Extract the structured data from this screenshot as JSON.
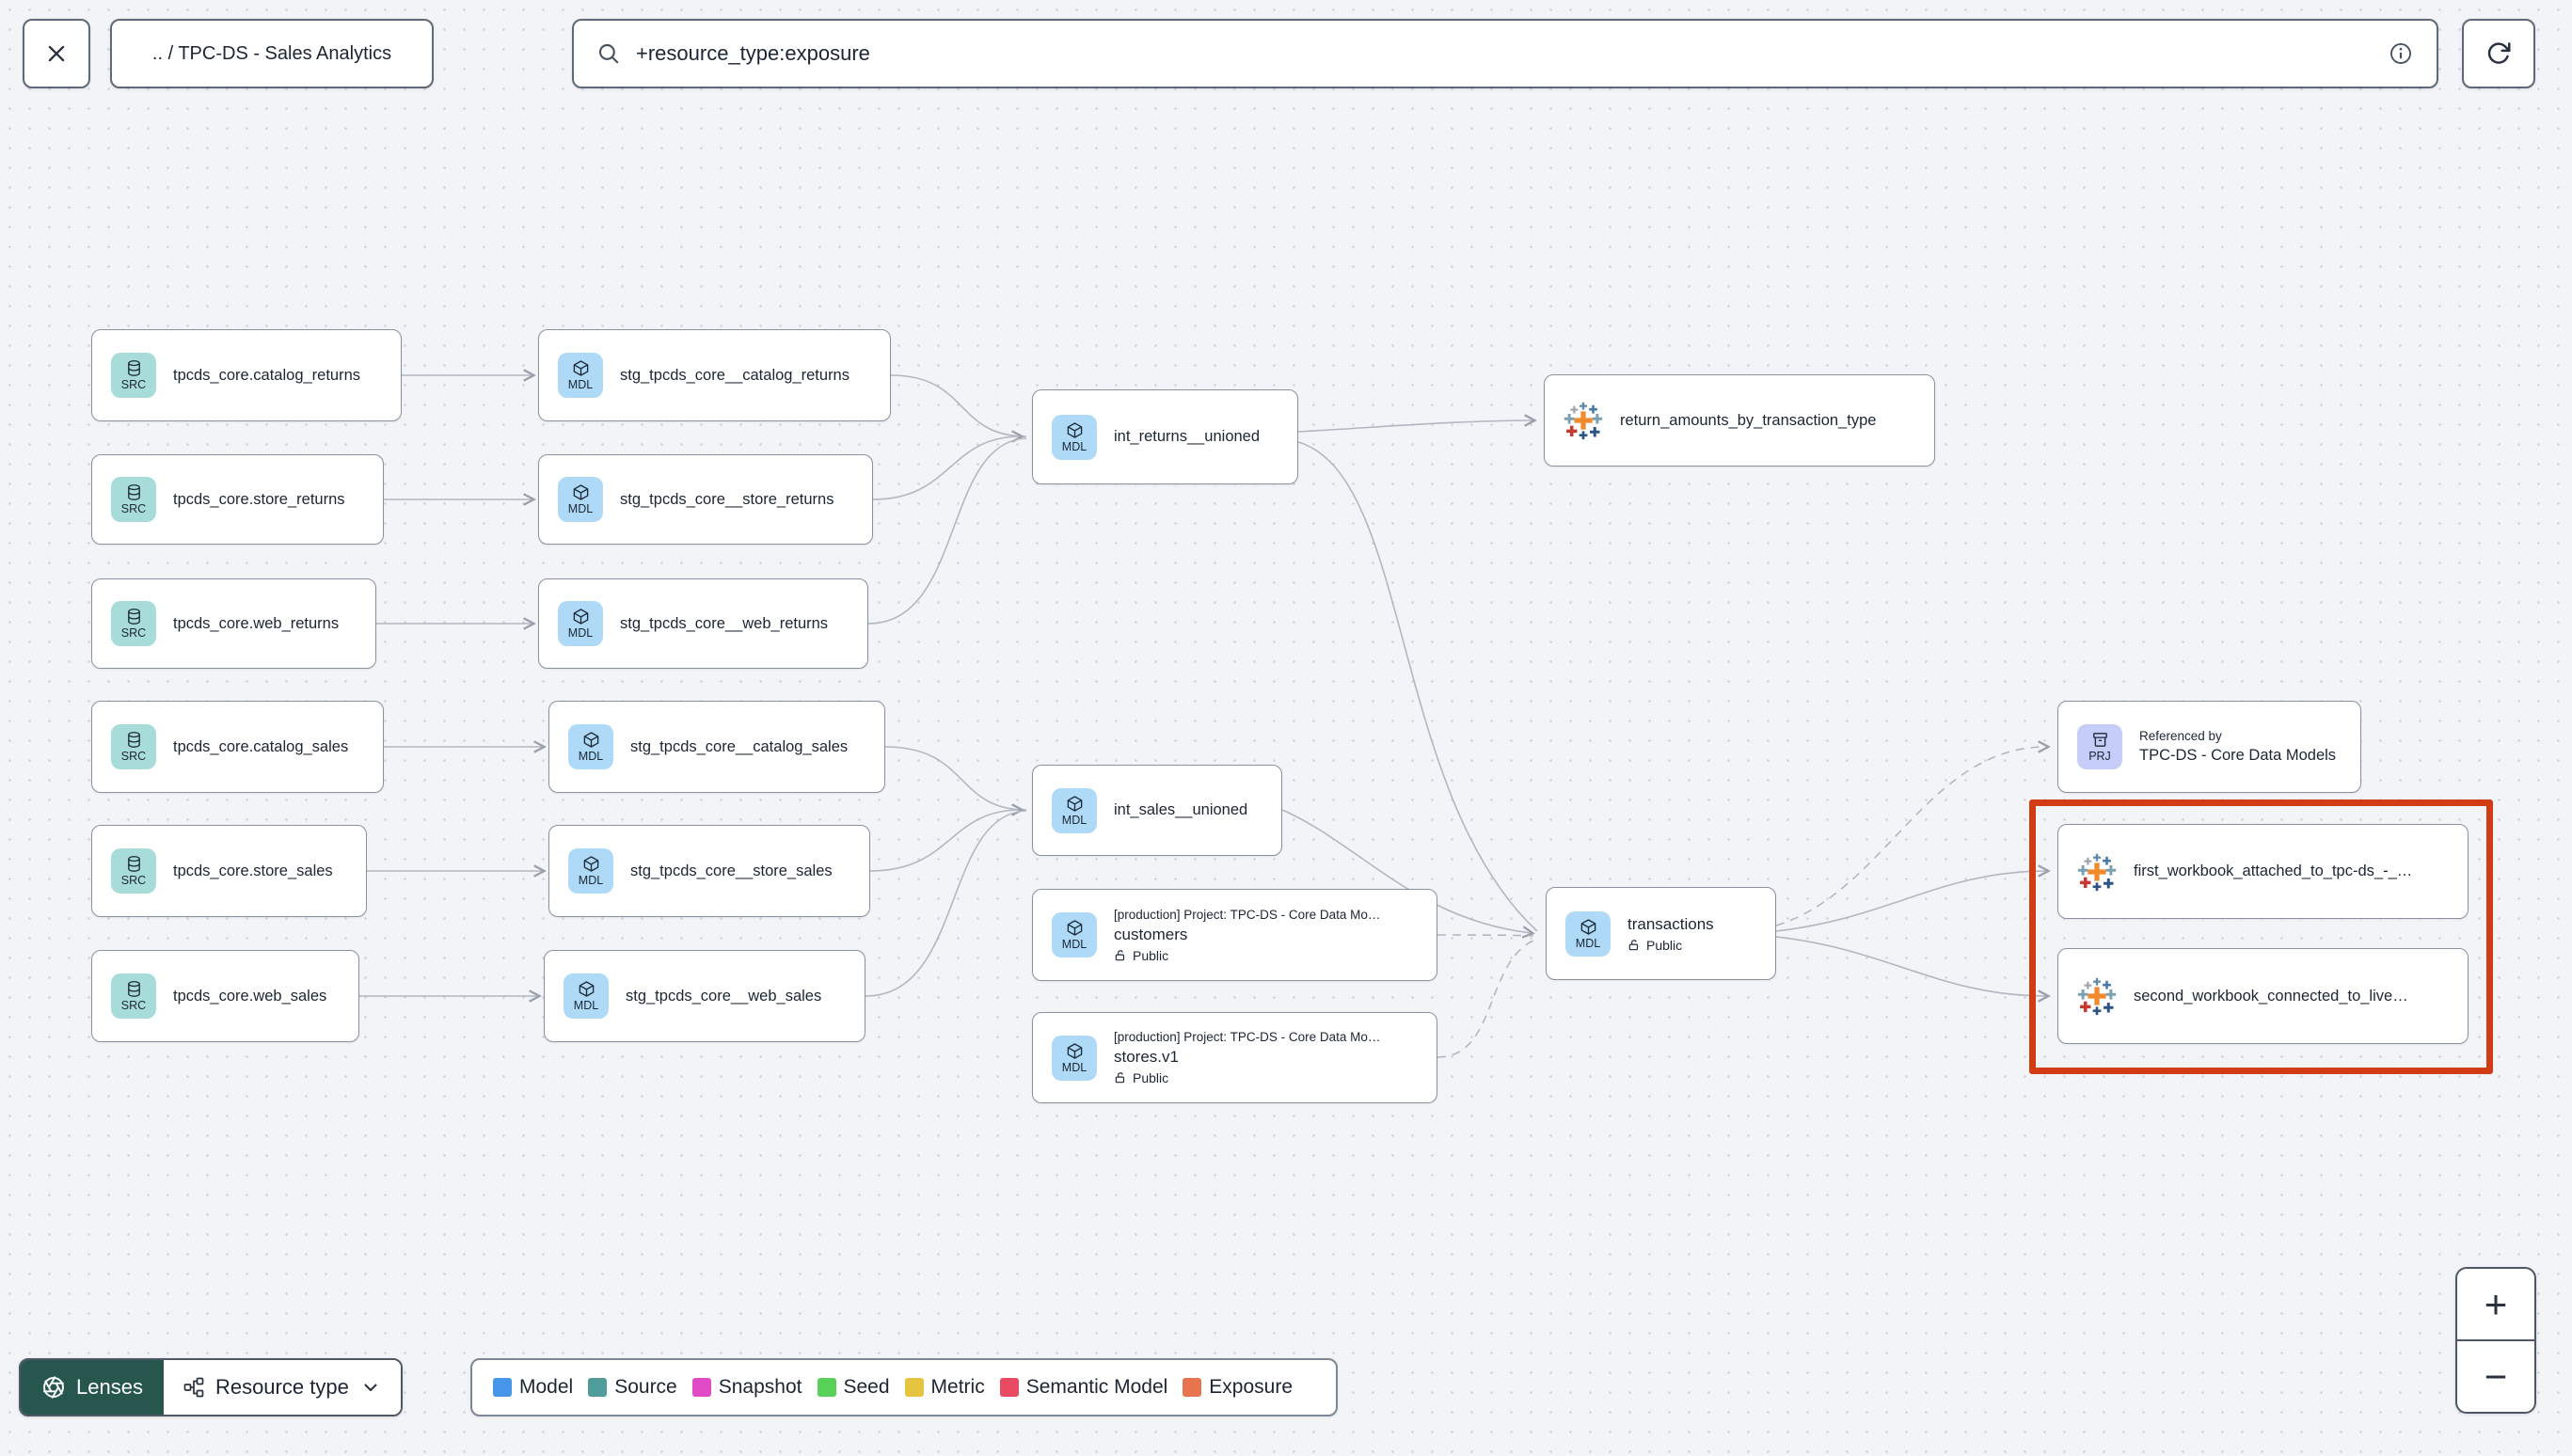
{
  "header": {
    "breadcrumb": ".. / TPC-DS - Sales Analytics",
    "search_value": "+resource_type:exposure"
  },
  "graph": {
    "nodes": {
      "src_catalog_returns": {
        "badge": "SRC",
        "label": "tpcds_core.catalog_returns"
      },
      "src_store_returns": {
        "badge": "SRC",
        "label": "tpcds_core.store_returns"
      },
      "src_web_returns": {
        "badge": "SRC",
        "label": "tpcds_core.web_returns"
      },
      "src_catalog_sales": {
        "badge": "SRC",
        "label": "tpcds_core.catalog_sales"
      },
      "src_store_sales": {
        "badge": "SRC",
        "label": "tpcds_core.store_sales"
      },
      "src_web_sales": {
        "badge": "SRC",
        "label": "tpcds_core.web_sales"
      },
      "stg_catalog_returns": {
        "badge": "MDL",
        "label": "stg_tpcds_core__catalog_returns"
      },
      "stg_store_returns": {
        "badge": "MDL",
        "label": "stg_tpcds_core__store_returns"
      },
      "stg_web_returns": {
        "badge": "MDL",
        "label": "stg_tpcds_core__web_returns"
      },
      "stg_catalog_sales": {
        "badge": "MDL",
        "label": "stg_tpcds_core__catalog_sales"
      },
      "stg_store_sales": {
        "badge": "MDL",
        "label": "stg_tpcds_core__store_sales"
      },
      "stg_web_sales": {
        "badge": "MDL",
        "label": "stg_tpcds_core__web_sales"
      },
      "int_returns": {
        "badge": "MDL",
        "label": "int_returns__unioned"
      },
      "int_sales": {
        "badge": "MDL",
        "label": "int_sales__unioned"
      },
      "customers": {
        "badge": "MDL",
        "project": "[production] Project: TPC-DS - Core Data Mo…",
        "label": "customers",
        "access": "Public"
      },
      "stores": {
        "badge": "MDL",
        "project": "[production] Project: TPC-DS - Core Data Mo…",
        "label": "stores.v1",
        "access": "Public"
      },
      "transactions": {
        "badge": "MDL",
        "label": "transactions",
        "access": "Public"
      },
      "exposure_returns": {
        "label": "return_amounts_by_transaction_type"
      },
      "referenced_by": {
        "badge": "PRJ",
        "title": "Referenced by",
        "label": "TPC-DS - Core Data Models"
      },
      "first_workbook": {
        "label": "first_workbook_attached_to_tpc-ds_-_…"
      },
      "second_workbook": {
        "label": "second_workbook_connected_to_live…"
      }
    }
  },
  "footer": {
    "lenses_label": "Lenses",
    "resource_type_label": "Resource type",
    "legend": [
      {
        "label": "Model",
        "color": "#4697e9"
      },
      {
        "label": "Source",
        "color": "#4f9c9a"
      },
      {
        "label": "Snapshot",
        "color": "#e14cc6"
      },
      {
        "label": "Seed",
        "color": "#57d158"
      },
      {
        "label": "Metric",
        "color": "#e6c43f"
      },
      {
        "label": "Semantic Model",
        "color": "#ea4a62"
      },
      {
        "label": "Exposure",
        "color": "#e7744e"
      }
    ]
  },
  "zoom_controls": {
    "zoom_in": "+",
    "zoom_out": "−"
  },
  "colors": {
    "highlight_box": "#d13c15",
    "model_badge": "#aedaf7",
    "source_badge": "#a7dcd8",
    "project_badge": "#c5cdf8",
    "lenses_bg": "#26564d",
    "edge": "#b2b7c1"
  }
}
